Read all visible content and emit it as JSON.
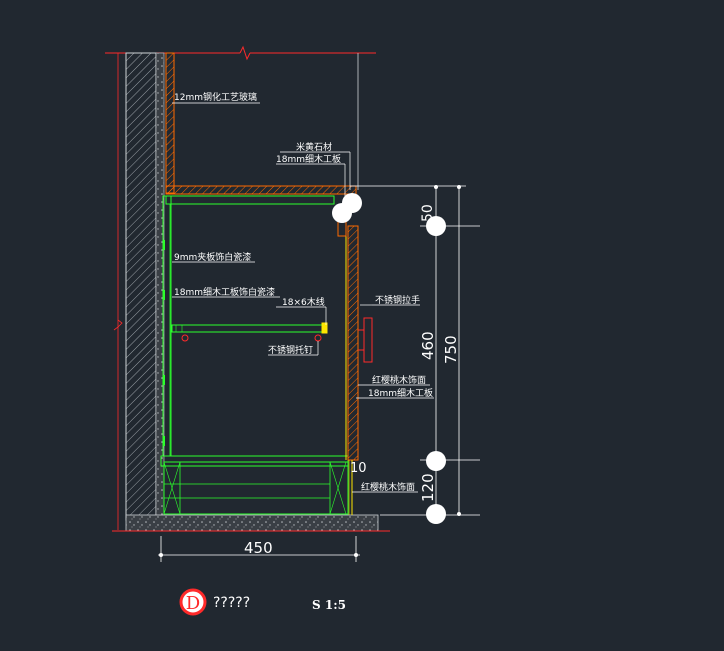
{
  "drawing": {
    "labels": {
      "tempered_glass": "12mm钢化工艺玻璃",
      "marble": "米黄石材",
      "board_top": "18mm细木工板",
      "veneer_paint": "9mm夹板饰白瓷漆",
      "board_shelf": "18mm细木工板饰白瓷漆",
      "wood_strip": "18×6木线",
      "steel_handle": "不锈钢拉手",
      "steel_pin": "不锈钢托钉",
      "cherry_veneer": "红樱桃木饰面",
      "board_door": "18mm细木工板",
      "cherry_veneer_base": "红樱桃木饰面"
    },
    "dimensions": {
      "width": "450",
      "top_gap": "50",
      "door_height": "460",
      "total_height": "750",
      "base_height": "120",
      "small_gap": "10"
    },
    "title": {
      "symbol": "D",
      "name": "?????",
      "scale": "S 1:5"
    }
  }
}
